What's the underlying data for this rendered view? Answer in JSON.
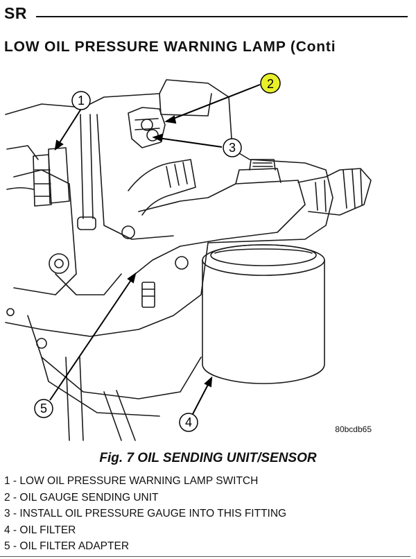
{
  "header": {
    "section_code": "SR",
    "title": "LOW OIL PRESSURE WARNING LAMP (Conti"
  },
  "figure": {
    "callouts": [
      "1",
      "2",
      "3",
      "4",
      "5"
    ],
    "image_code": "80bcdb65",
    "caption": "Fig. 7 OIL SENDING UNIT/SENSOR",
    "highlight_color": "#e8f02a"
  },
  "legend": [
    {
      "num": "1",
      "text": "LOW OIL PRESSURE WARNING LAMP SWITCH"
    },
    {
      "num": "2",
      "text": "OIL GAUGE SENDING UNIT"
    },
    {
      "num": "3",
      "text": "INSTALL OIL PRESSURE GAUGE INTO THIS FITTING"
    },
    {
      "num": "4",
      "text": "OIL FILTER"
    },
    {
      "num": "5",
      "text": "OIL FILTER ADAPTER"
    }
  ]
}
